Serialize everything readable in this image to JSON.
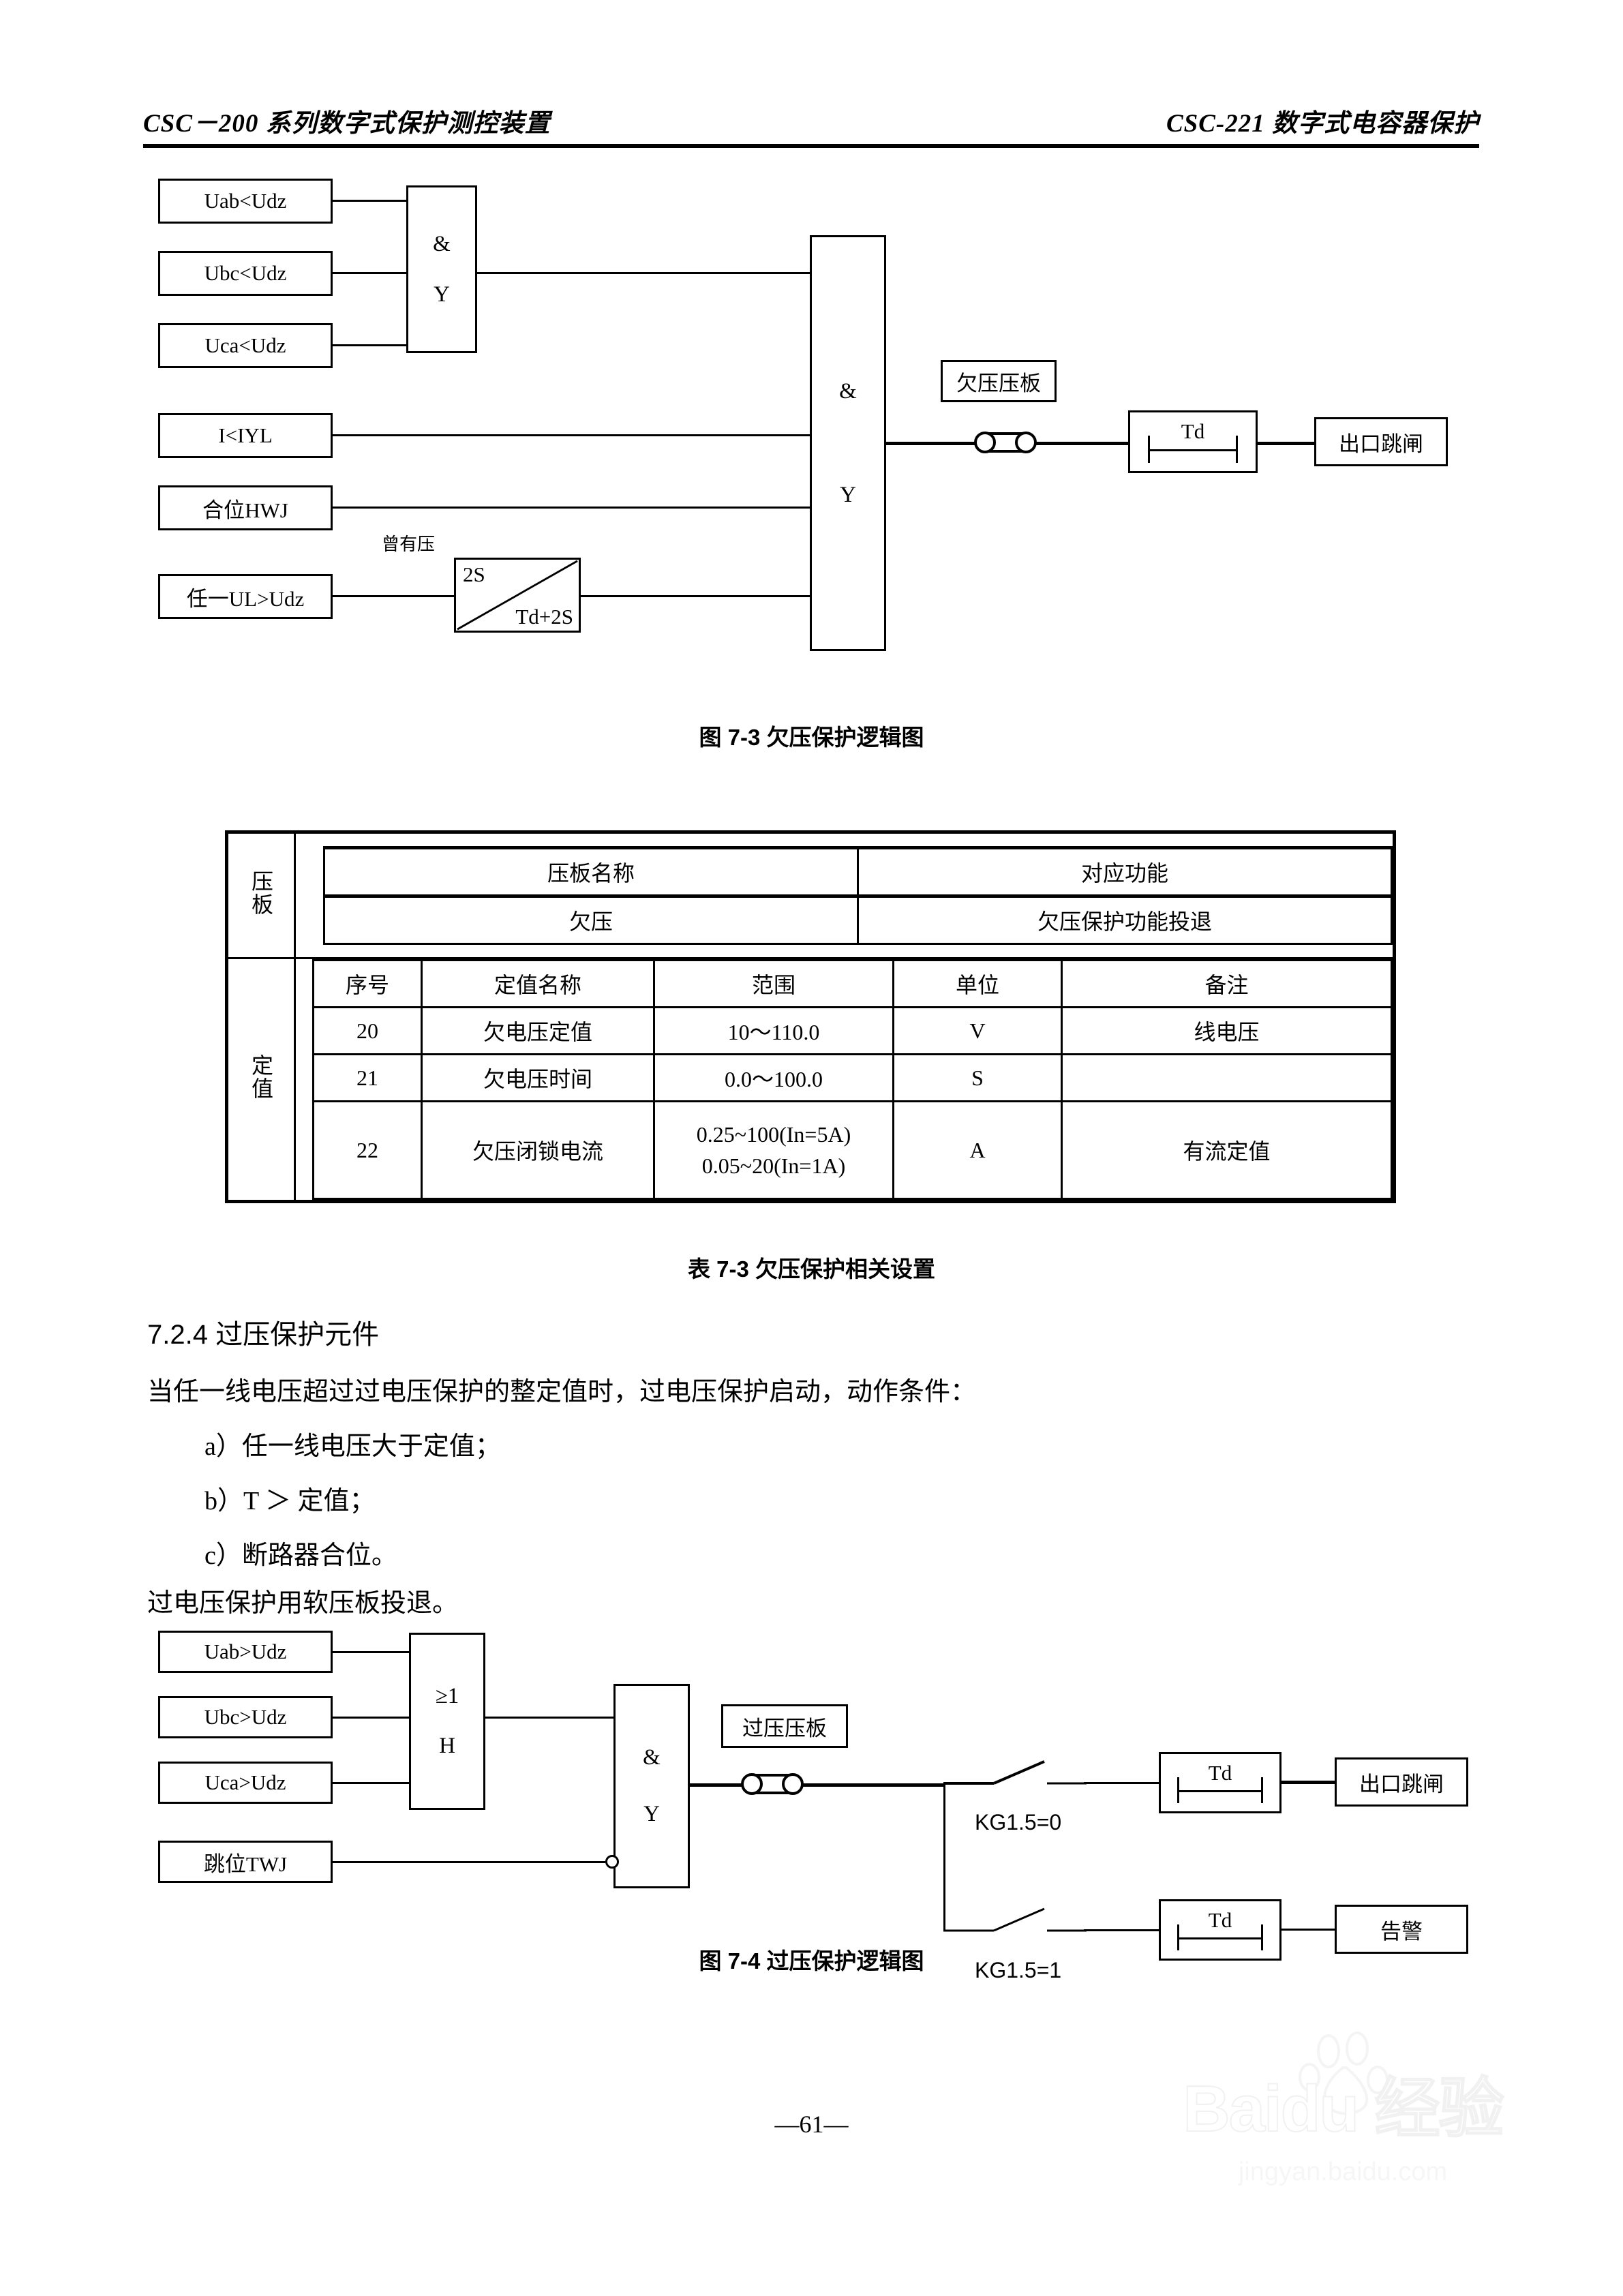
{
  "header": {
    "left": "CSC－200 系列数字式保护测控装置",
    "right": "CSC-221 数字式电容器保护"
  },
  "figure_7_3": {
    "caption": "图 7-3  欠压保护逻辑图",
    "inputs": [
      {
        "label": "Uab<Udz"
      },
      {
        "label": "Ubc<Udz"
      },
      {
        "label": "Uca<Udz"
      },
      {
        "label": "I<IYL"
      },
      {
        "label": "合位HWJ"
      },
      {
        "label": "任一UL>Udz"
      }
    ],
    "and_gate_small": {
      "op": "&",
      "out": "Y"
    },
    "and_gate_main": {
      "op": "&",
      "out": "Y"
    },
    "pulse_block": {
      "top": "2S",
      "bottom": "Td+2S"
    },
    "note": "曾有压",
    "plate": "欠压压板",
    "timer": "Td",
    "output": "出口跳闸"
  },
  "table_7_3": {
    "caption": "表 7-3  欠压保护相关设置",
    "plate_section": {
      "row_label": "压板",
      "headers": [
        "压板名称",
        "对应功能"
      ],
      "rows": [
        [
          "欠压",
          "欠压保护功能投退"
        ]
      ]
    },
    "setting_section": {
      "row_label": "定值",
      "headers": [
        "序号",
        "定值名称",
        "范围",
        "单位",
        "备注"
      ],
      "rows": [
        {
          "no": "20",
          "name": "欠电压定值",
          "range": "10～110.0",
          "range2": "",
          "unit": "V",
          "remark": "线电压"
        },
        {
          "no": "21",
          "name": "欠电压时间",
          "range": "0.0～100.0",
          "range2": "",
          "unit": "S",
          "remark": ""
        },
        {
          "no": "22",
          "name": "欠压闭锁电流",
          "range": "0.25~100(In=5A)",
          "range2": "0.05~20(In=1A)",
          "unit": "A",
          "remark": "有流定值"
        }
      ]
    }
  },
  "section": {
    "number_title": "7.2.4   过压保护元件",
    "intro": "当任一线电压超过过电压保护的整定值时，过电压保护启动，动作条件：",
    "conditions": [
      "a）任一线电压大于定值；",
      "b）T ＞ 定值；",
      "c）断路器合位。"
    ],
    "closing": "过电压保护用软压板投退。"
  },
  "figure_7_4": {
    "caption": "图 7-4  过压保护逻辑图",
    "inputs": [
      {
        "label": "Uab>Udz"
      },
      {
        "label": "Ubc>Udz"
      },
      {
        "label": "Uca>Udz"
      },
      {
        "label": "跳位TWJ"
      }
    ],
    "or_gate": {
      "op": "≥1",
      "out": "H"
    },
    "and_gate": {
      "op": "&",
      "out": "Y"
    },
    "plate": "过压压板",
    "branches": [
      {
        "switch_label": "KG1.5=0",
        "timer": "Td",
        "output": "出口跳闸"
      },
      {
        "switch_label": "KG1.5=1",
        "timer": "Td",
        "output": "告警"
      }
    ]
  },
  "footer": {
    "page_number": "—61—"
  },
  "watermark": {
    "text": "Baidu 经验",
    "url": "jingyan.baidu.com"
  }
}
